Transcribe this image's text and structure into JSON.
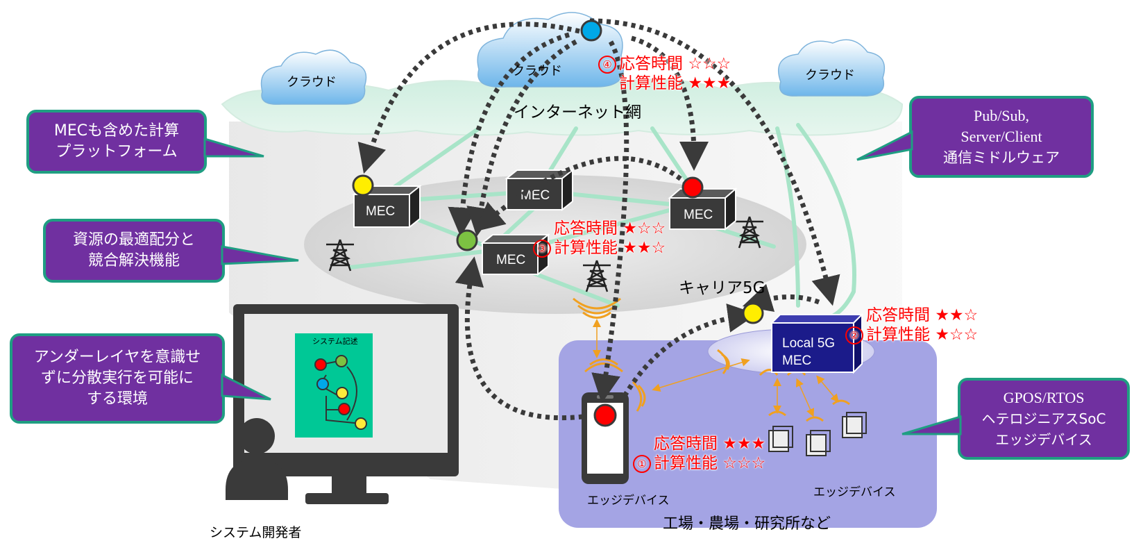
{
  "colors": {
    "callout_bg": "#7030a0",
    "callout_border": "#1f9e82",
    "rating_red": "#ff0000",
    "edge_area": "#a4a4e4",
    "local5g_box": "#1b1b8a",
    "link_green": "#a8e4c8",
    "mec_box": "#3a3a3a"
  },
  "clouds": {
    "left": "クラウド",
    "center": "クラウド",
    "right": "クラウド",
    "internet": "インターネット網"
  },
  "callouts": {
    "mec_platform": "MECも含めた計算\nプラットフォーム",
    "resource": "資源の最適配分と\n競合解決機能",
    "environment": "アンダーレイヤを意識せ\nずに分散実行を可能に\nする環境",
    "middleware_line1": "Pub/Sub,",
    "middleware_line2": "Server/Client",
    "middleware_line3": "通信ミドルウェア",
    "hardware_line1": "GPOS/RTOS",
    "hardware_line2": "ヘテロジニアスSoC",
    "hardware_line3": "エッジデバイス"
  },
  "mec": {
    "label": "MEC",
    "local_line1": "Local 5G",
    "local_line2": "MEC"
  },
  "carrier_label": "キャリア5G",
  "edge_area_label": "工場・農場・研究所など",
  "edge_device_label_1": "エッジデバイス",
  "edge_device_label_2": "エッジデバイス",
  "developer_label": "システム開発者",
  "monitor_title": "システム記述",
  "ratings": [
    {
      "num": "④",
      "response_label": "応答時間",
      "response_stars": "☆☆☆",
      "compute_label": "計算性能",
      "compute_stars": "★★★"
    },
    {
      "num": "③",
      "response_label": "応答時間",
      "response_stars": "★☆☆",
      "compute_label": "計算性能",
      "compute_stars": "★★☆"
    },
    {
      "num": "②",
      "response_label": "応答時間",
      "response_stars": "★★☆",
      "compute_label": "計算性能",
      "compute_stars": "★☆☆"
    },
    {
      "num": "①",
      "response_label": "応答時間",
      "response_stars": "★★★",
      "compute_label": "計算性能",
      "compute_stars": "☆☆☆"
    }
  ]
}
